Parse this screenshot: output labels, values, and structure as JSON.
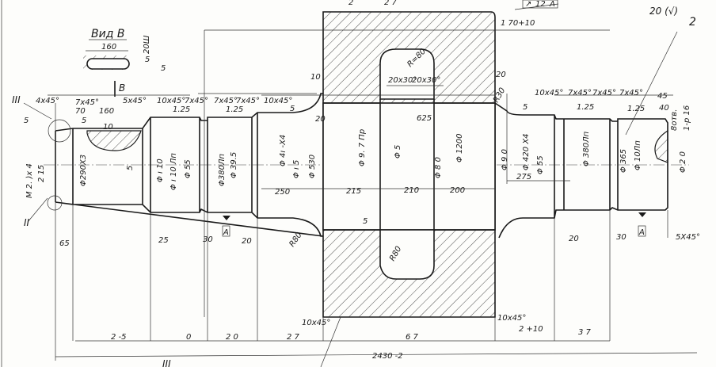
{
  "view": {
    "title": "Вид В",
    "arrow_label": "В",
    "slot_length": "160",
    "slot_depth": "20Ш",
    "roughness_a": "5",
    "roughness_b": "5"
  },
  "callouts": {
    "III": "III",
    "II": "II",
    "part2": "2",
    "bottom_III": "III"
  },
  "tolerance_frame": {
    "symbol": "↗",
    "value": "12",
    "datum": "A"
  },
  "corner_roughness": "20 (√)",
  "chamfers": [
    "4x45°",
    "7x45°",
    "5x45°",
    "10x45°",
    "7x45°",
    "7x45°",
    "7x45°",
    "10x45°",
    "10x45°",
    "7x45°",
    "7x45°",
    "7x45°",
    "10x45°",
    "10x45°",
    "5x45°"
  ],
  "roughness": [
    "5",
    "5",
    "1.25",
    "1.25",
    "5",
    "5",
    "5",
    "1.25",
    "1.25"
  ],
  "diameters": {
    "thread": "M 2. )x 4",
    "d_a": "2 15",
    "d290": "Φ290Х3",
    "d_key": "5",
    "d_b": "Φ ı 10",
    "d_c": "Φ ı 10 Лп",
    "d_d": "Φ 55",
    "d380": "Φ380Лп",
    "d_e": "Φ 39.5",
    "d_f": "Φ 4ı -Х4",
    "d_g": "Φ ı 5",
    "d530": "Φ 530",
    "d_h": "Φ 9. 7 Пр",
    "d_i": "Φ 5",
    "d_j": "Φ 8 0",
    "d1200": "Φ 1200",
    "d_k": "Φ 9 0",
    "d420": "Φ 420 Х4",
    "d_l": "Φ 55",
    "d_m": "Φ 380Лп",
    "d365": "Φ 365",
    "d_n": "Φ 10Лп",
    "d_o": "Φ 2 0"
  },
  "dimensions": {
    "key_70": "70",
    "key_160": "160",
    "key_depth": "10",
    "d10": "10",
    "d20_left": "20",
    "r80_top": "R=80",
    "groove_a": "20x30°",
    "groove_b": "20x30°",
    "d625": "625",
    "d20_right": "20",
    "r30": "R30",
    "top_len": "1 70+10",
    "d275": "275",
    "d45": "45",
    "d40": "40",
    "bolt": "8отв.",
    "thread_r": "1-р 16",
    "d250": "250",
    "d215": "215",
    "d210": "210",
    "d200": "200",
    "d65": "65",
    "d25": "25",
    "d30a": "30",
    "d20a": "20",
    "r80_left": "R80",
    "r80_hole": "R80",
    "d20b": "20",
    "d30b": "30",
    "ch_5x45": "5X45°",
    "ch_10x45_l": "10x45°",
    "ch_10x45_r": "10x45°",
    "seg1": "2 -5",
    "seg2": "0",
    "seg3": "2 0",
    "seg4": "2 7",
    "seg5": "6 7",
    "seg6": "2 +10",
    "seg7": "3 7",
    "total": "2430 -2",
    "top_a": "2",
    "top_b": "2 7"
  },
  "datums": [
    "A",
    "A"
  ]
}
